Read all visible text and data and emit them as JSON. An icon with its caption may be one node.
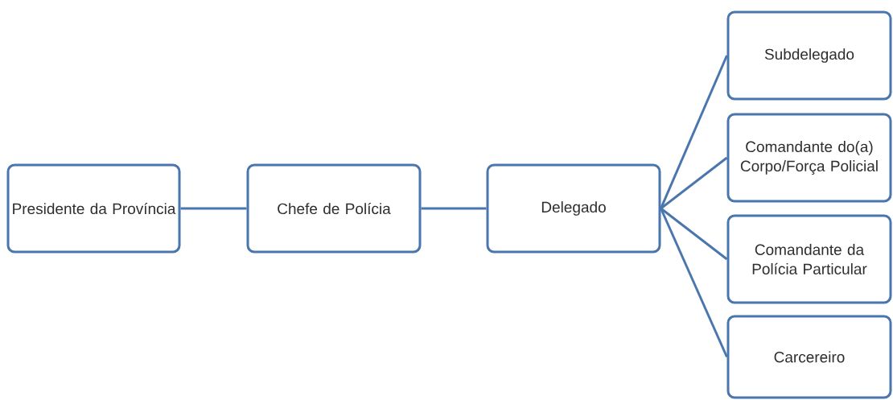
{
  "diagram": {
    "nodes": [
      {
        "text": [
          "Presidente da Província"
        ]
      },
      {
        "text": [
          "Chefe de Polícia"
        ]
      },
      {
        "text": [
          "Delegado"
        ]
      },
      {
        "text": [
          "Subdelegado"
        ]
      },
      {
        "text": [
          "Comandante do(a) Corpo/Força Policial"
        ]
      },
      {
        "text": [
          "Comandante da Polícia Particular"
        ]
      },
      {
        "text": [
          "Carcereiro"
        ]
      }
    ],
    "edges": [
      {
        "from": 0,
        "to": 1,
        "arrow": "none"
      },
      {
        "from": 1,
        "to": 2,
        "arrow": "none"
      },
      {
        "from": 2,
        "to": 3,
        "arrow": "none"
      },
      {
        "from": 2,
        "to": 4,
        "arrow": "none"
      },
      {
        "from": 2,
        "to": 5,
        "arrow": "none"
      },
      {
        "from": 2,
        "to": 6,
        "arrow": "none"
      }
    ]
  }
}
